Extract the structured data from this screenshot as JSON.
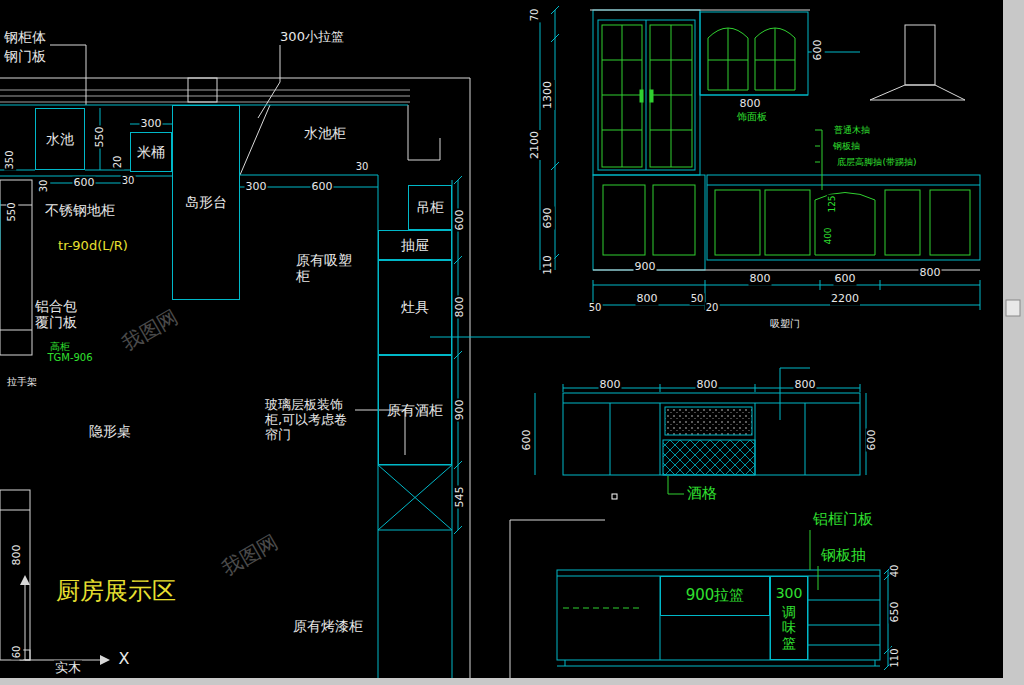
{
  "diagram": {
    "title": "厨房展示区",
    "nodes": [
      {
        "text": [
          "水池"
        ]
      },
      {
        "text": [
          "米桶"
        ]
      },
      {
        "text": [
          "岛形台"
        ]
      },
      {
        "text": [
          "吊柜"
        ]
      },
      {
        "text": [
          "抽屉"
        ]
      },
      {
        "text": [
          "灶具"
        ]
      },
      {
        "text": [
          "原有酒柜"
        ]
      },
      {
        "text": [
          "900拉篮"
        ]
      },
      {
        "text": [
          "300",
          "调味篮"
        ]
      }
    ],
    "labels": [
      "钢柜体",
      "钢门板",
      "300小拉篮",
      "水池柜",
      "550",
      "20",
      "300",
      "600",
      "30",
      "30",
      "300",
      "600",
      "30",
      "不锈钢地柜",
      "350",
      "550",
      "tr-90d(L/R)",
      "原有吸塑柜",
      "600",
      "800",
      "900",
      "545",
      "铝合包覆门板",
      "高柜",
      "TGM-906",
      "拉手架",
      "玻璃层板装饰柜,可以考虑卷帘门",
      "隐形桌",
      "原有烤漆柜",
      "实木",
      "X",
      "800",
      "60",
      "70",
      "1300",
      "2100",
      "690",
      "110",
      "600",
      "800",
      "饰面板",
      "普通木抽",
      "钢板抽",
      "底层高脚抽(带踢抽)",
      "125",
      "400",
      "900",
      "800",
      "600",
      "800",
      "50",
      "800",
      "50",
      "2200",
      "20",
      "吸塑门",
      "800",
      "800",
      "800",
      "600",
      "600",
      "酒格",
      "铝框门板",
      "钢板抽",
      "40",
      "650",
      "110",
      "我图网",
      "我图网"
    ]
  }
}
